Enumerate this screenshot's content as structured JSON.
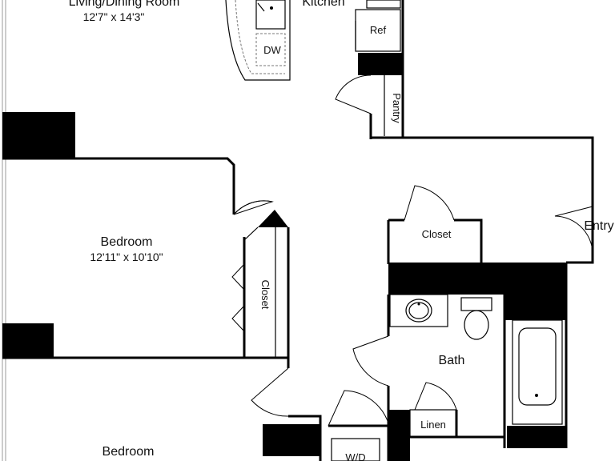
{
  "rooms": {
    "living": {
      "name": "Living/Dining Room",
      "dims": "12'7\" x 14'3\""
    },
    "kitchen": {
      "name": "Kitchen"
    },
    "bedroom1": {
      "name": "Bedroom",
      "dims": "12'11\" x 10'10\""
    },
    "bedroom2": {
      "name": "Bedroom"
    },
    "bath": {
      "name": "Bath"
    },
    "entry": {
      "name": "Entry"
    }
  },
  "fixtures": {
    "ref": "Ref",
    "dw": "DW",
    "pantry": "Pantry",
    "closet_hall": "Closet",
    "closet_bedroom": "Closet",
    "linen": "Linen",
    "wd": "W/D"
  }
}
